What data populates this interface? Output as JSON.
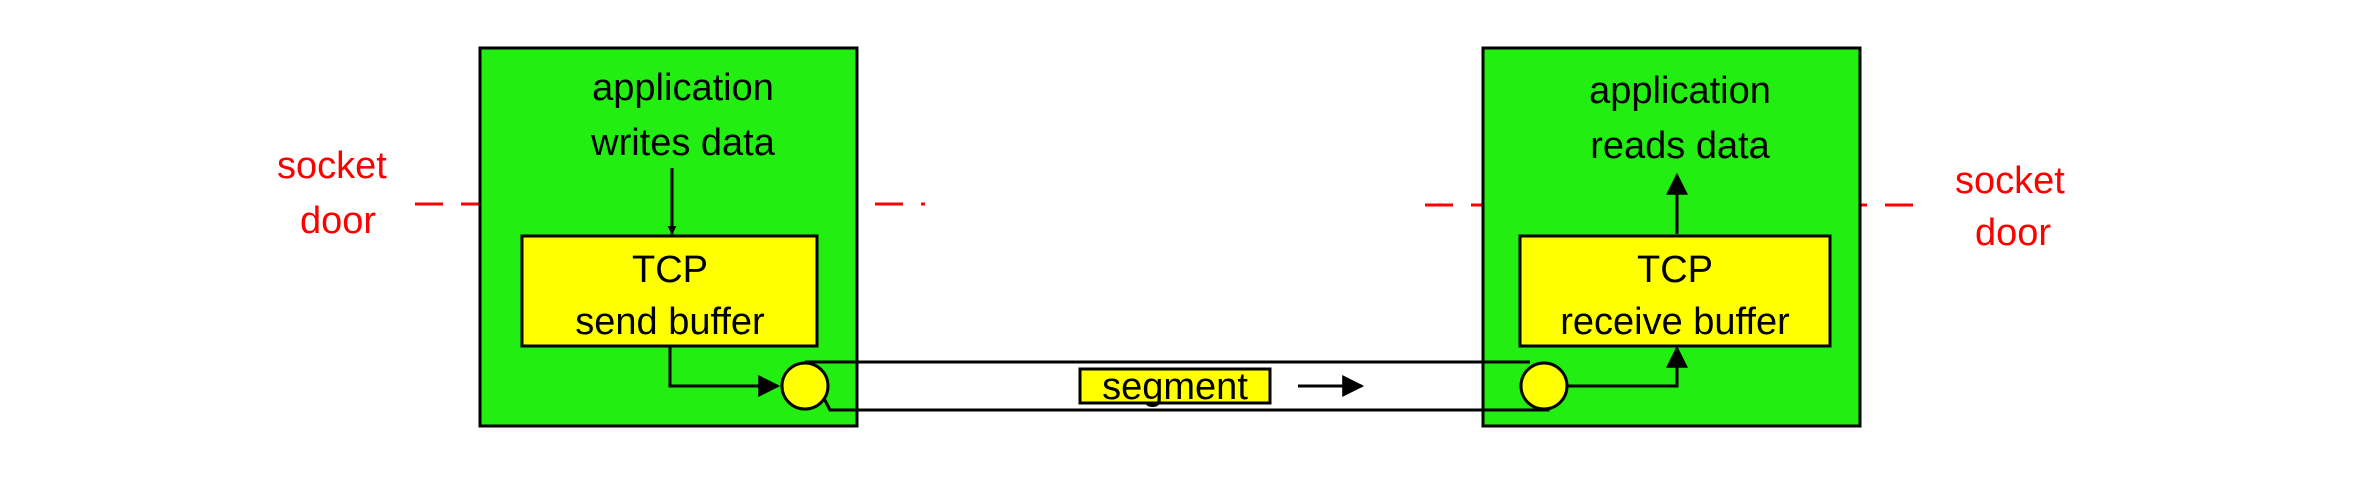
{
  "colors": {
    "host_fill": "#22ee11",
    "buffer_fill": "#ffff00",
    "socket_line": "#ff0000",
    "socket_text": "#ff0000",
    "stroke": "#000000"
  },
  "sender": {
    "app_line1": "application",
    "app_line2": "writes data",
    "buffer_line1": "TCP",
    "buffer_line2": "send buffer"
  },
  "receiver": {
    "app_line1": "application",
    "app_line2": "reads data",
    "buffer_line1": "TCP",
    "buffer_line2": "receive buffer"
  },
  "socket_left": {
    "line1": "socket",
    "line2": "door"
  },
  "socket_right": {
    "line1": "socket",
    "line2": "door"
  },
  "segment": {
    "label": "segment"
  }
}
